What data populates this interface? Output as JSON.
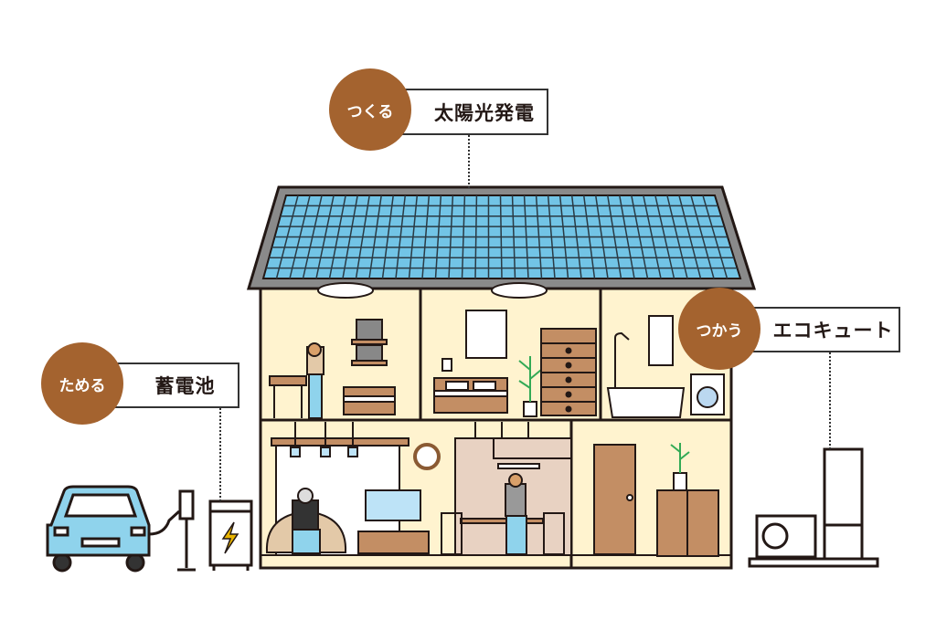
{
  "labels": {
    "create": {
      "verb": "つくる",
      "name": "太陽光発電"
    },
    "store": {
      "verb": "ためる",
      "name": "蓄電池"
    },
    "use": {
      "verb": "つかう",
      "name": "エコキュート"
    }
  },
  "colors": {
    "accent_brown": "#A4632F",
    "wall_cream": "#FFF3CF",
    "furniture": "#C38E64",
    "solar_blue": "#72C4E6",
    "outline": "#231815",
    "roof_gray": "#8A8A8A",
    "car_blue": "#8FD3EC"
  }
}
